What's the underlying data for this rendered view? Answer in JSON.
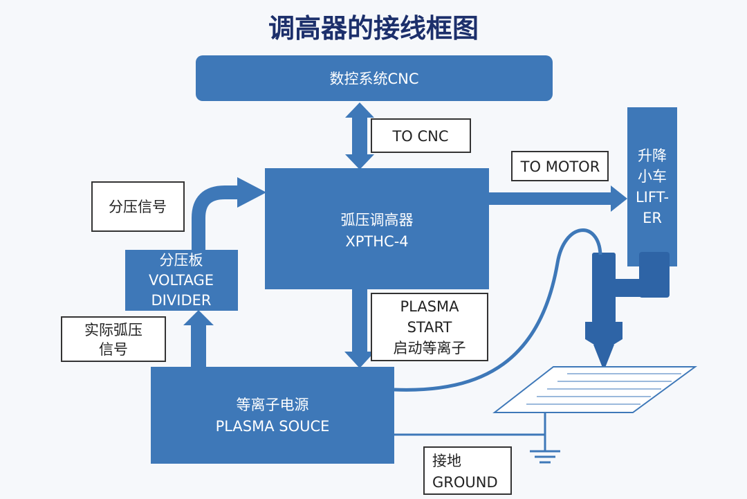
{
  "title": "调高器的接线框图",
  "colors": {
    "block": "#3e78b8",
    "dark_block": "#2e64a6",
    "label_border": "#333333",
    "background": "#f6f8fb"
  },
  "cnc": {
    "label": "数控系统CNC"
  },
  "thc": {
    "line1": "弧压调高器",
    "line2": "XPTHC-4"
  },
  "divider": {
    "line1": "分压板",
    "line2": "VOLTAGE",
    "line3": "DIVIDER"
  },
  "plasma_source": {
    "line1": "等离子电源",
    "line2": "PLASMA SOUCE"
  },
  "lifter": {
    "line1": "升降",
    "line2": "小车",
    "line3": "LIFT-",
    "line4": "ER"
  },
  "labels": {
    "to_cnc": "TO CNC",
    "to_motor": "TO MOTOR",
    "divided_signal": "分压信号",
    "actual_arc_line1": "实际弧压",
    "actual_arc_line2": "信号",
    "plasma_start_line1": "PLASMA",
    "plasma_start_line2": "START",
    "plasma_start_line3": "启动等离子",
    "ground_line1": "接地",
    "ground_line2": "GROUND"
  }
}
